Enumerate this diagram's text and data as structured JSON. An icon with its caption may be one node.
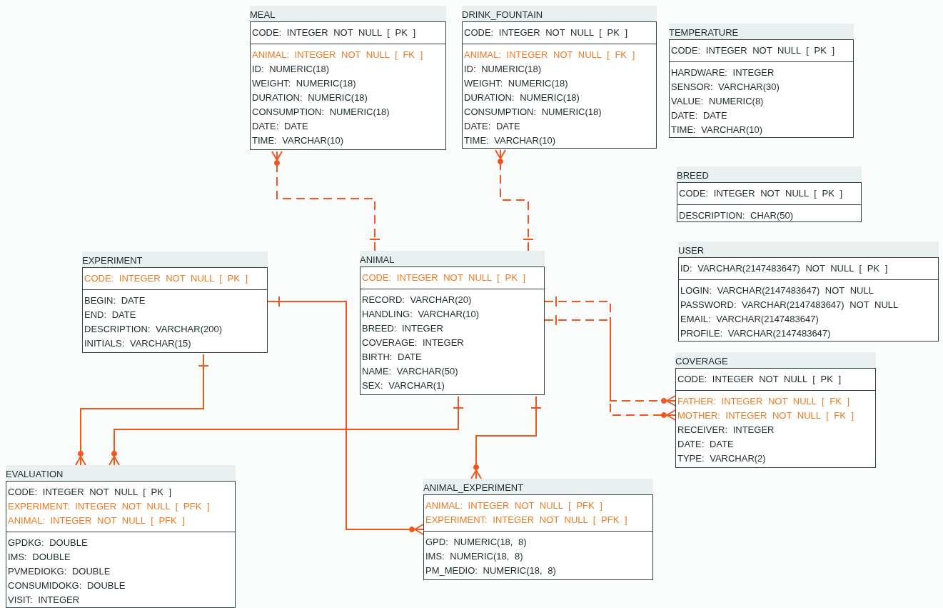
{
  "diagram": {
    "nodes": [
      {
        "text": [
          "MEAL",
          "CODE: INTEGER NOT NULL [ PK ]",
          "ANIMAL: INTEGER NOT NULL [ FK ]",
          "ID: NUMERIC(18)",
          "WEIGHT: NUMERIC(18)",
          "DURATION: NUMERIC(18)",
          "CONSUMPTION: NUMERIC(18)",
          "DATE: DATE",
          "TIME: VARCHAR(10)"
        ]
      },
      {
        "text": [
          "DRINK_FOUNTAIN",
          "CODE: INTEGER NOT NULL [ PK ]",
          "ANIMAL: INTEGER NOT NULL [ FK ]",
          "ID: NUMERIC(18)",
          "WEIGHT: NUMERIC(18)",
          "DURATION: NUMERIC(18)",
          "CONSUMPTION: NUMERIC(18)",
          "DATE: DATE",
          "TIME: VARCHAR(10)"
        ]
      },
      {
        "text": [
          "TEMPERATURE",
          "CODE: INTEGER NOT NULL [ PK ]",
          "HARDWARE: INTEGER",
          "SENSOR: VARCHAR(30)",
          "VALUE: NUMERIC(8)",
          "DATE: DATE",
          "TIME: VARCHAR(10)"
        ]
      },
      {
        "text": [
          "BREED",
          "CODE: INTEGER NOT NULL [ PK ]",
          "DESCRIPTION: CHAR(50)"
        ]
      },
      {
        "text": [
          "USER",
          "ID: VARCHAR(2147483647) NOT NULL [ PK ]",
          "LOGIN: VARCHAR(2147483647) NOT NULL",
          "PASSWORD: VARCHAR(2147483647) NOT NULL",
          "EMAIL: VARCHAR(2147483647)",
          "PROFILE: VARCHAR(2147483647)"
        ]
      },
      {
        "text": [
          "EXPERIMENT",
          "CODE: INTEGER NOT NULL [ PK ]",
          "BEGIN: DATE",
          "END: DATE",
          "DESCRIPTION: VARCHAR(200)",
          "INITIALS: VARCHAR(15)"
        ]
      },
      {
        "text": [
          "ANIMAL",
          "CODE: INTEGER NOT NULL [ PK ]",
          "RECORD: VARCHAR(20)",
          "HANDLING: VARCHAR(10)",
          "BREED: INTEGER",
          "COVERAGE: INTEGER",
          "BIRTH: DATE",
          "NAME: VARCHAR(50)",
          "SEX: VARCHAR(1)"
        ]
      },
      {
        "text": [
          "COVERAGE",
          "CODE: INTEGER NOT NULL [ PK ]",
          "FATHER: INTEGER NOT NULL [ FK ]",
          "MOTHER: INTEGER NOT NULL [ FK ]",
          "RECEIVER: INTEGER",
          "DATE: DATE",
          "TYPE: VARCHAR(2)"
        ]
      },
      {
        "text": [
          "EVALUATION",
          "CODE: INTEGER NOT NULL [ PK ]",
          "EXPERIMENT: INTEGER NOT NULL [ PFK ]",
          "ANIMAL: INTEGER NOT NULL [ PFK ]",
          "GPDKG: DOUBLE",
          "IMS: DOUBLE",
          "PVMEDIOKG: DOUBLE",
          "CONSUMIDOKG: DOUBLE",
          "VISIT: INTEGER"
        ]
      },
      {
        "text": [
          "ANIMAL_EXPERIMENT",
          "ANIMAL: INTEGER NOT NULL [ PFK ]",
          "EXPERIMENT: INTEGER NOT NULL [ PFK ]",
          "GPD: NUMERIC(18, 8)",
          "IMS: NUMERIC(18, 8)",
          "PM_MEDIO: NUMERIC(18, 8)"
        ]
      }
    ],
    "edges": [
      {
        "from": 6,
        "to": 0,
        "arrow": "other",
        "style": "dashed"
      },
      {
        "from": 6,
        "to": 1,
        "arrow": "other",
        "style": "dashed"
      },
      {
        "from": 6,
        "to": 7,
        "arrow": "other",
        "style": "dashed"
      },
      {
        "from": 6,
        "to": 7,
        "arrow": "other",
        "style": "dashed"
      },
      {
        "from": 5,
        "to": 8,
        "arrow": "other"
      },
      {
        "from": 6,
        "to": 8,
        "arrow": "other"
      },
      {
        "from": 5,
        "to": 9,
        "arrow": "other"
      },
      {
        "from": 6,
        "to": 9,
        "arrow": "other"
      }
    ]
  }
}
